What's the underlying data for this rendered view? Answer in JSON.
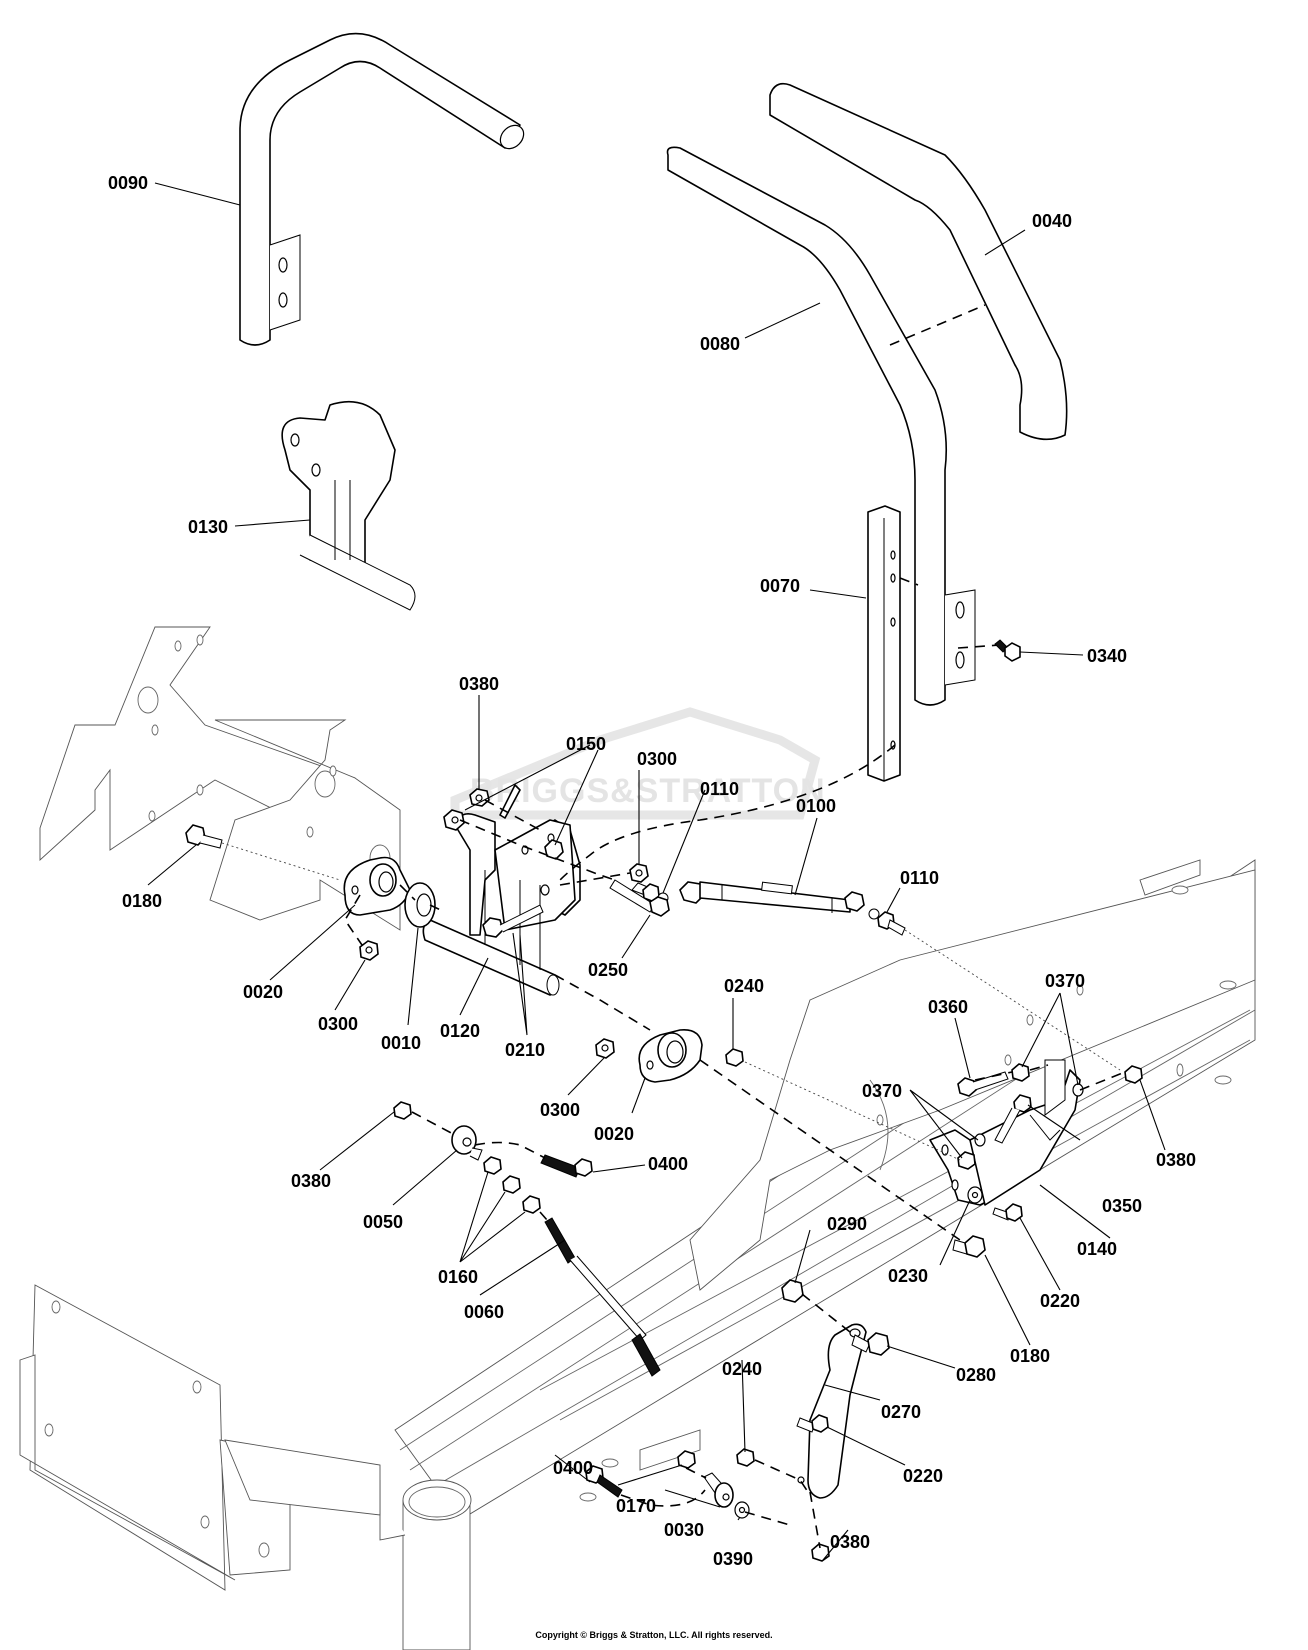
{
  "diagram": {
    "title": "Exploded parts diagram – control / handle assembly",
    "watermark": "BRIGGS&STRATTON",
    "copyright": "Copyright © Briggs & Stratton, LLC. All rights reserved.",
    "callouts": [
      {
        "id": "c0090",
        "label": "0090",
        "part": "left-handle-bar"
      },
      {
        "id": "c0080",
        "label": "0080",
        "part": "right-handle-bar"
      },
      {
        "id": "c0040",
        "label": "0040",
        "part": "handle-grip"
      },
      {
        "id": "c0130",
        "label": "0130",
        "part": "control-bracket-assembly"
      },
      {
        "id": "c0070",
        "label": "0070",
        "part": "square-tube-arm"
      },
      {
        "id": "c0340",
        "label": "0340",
        "part": "flange-bolt"
      },
      {
        "id": "c0380a",
        "label": "0380",
        "part": "lock-nut"
      },
      {
        "id": "c0150",
        "label": "0150",
        "part": "nut"
      },
      {
        "id": "c0300a",
        "label": "0300",
        "part": "flange-nut"
      },
      {
        "id": "c0110a",
        "label": "0110",
        "part": "ball-joint"
      },
      {
        "id": "c0100",
        "label": "0100",
        "part": "control-rod"
      },
      {
        "id": "c0180a",
        "label": "0180",
        "part": "shoulder-bolt"
      },
      {
        "id": "c0110b",
        "label": "0110",
        "part": "ball-joint"
      },
      {
        "id": "c0250",
        "label": "0250",
        "part": "hex-bolt"
      },
      {
        "id": "c0020a",
        "label": "0020",
        "part": "flange-bearing"
      },
      {
        "id": "c0300b",
        "label": "0300",
        "part": "flange-nut"
      },
      {
        "id": "c0010",
        "label": "0010",
        "part": "collar"
      },
      {
        "id": "c0120",
        "label": "0120",
        "part": "pivot-shaft"
      },
      {
        "id": "c0210",
        "label": "0210",
        "part": "bolt"
      },
      {
        "id": "c0240a",
        "label": "0240",
        "part": "nut"
      },
      {
        "id": "c0370a",
        "label": "0370",
        "part": "nut"
      },
      {
        "id": "c0360",
        "label": "0360",
        "part": "hex-bolt"
      },
      {
        "id": "c0370b",
        "label": "0370",
        "part": "nut"
      },
      {
        "id": "c0300c",
        "label": "0300",
        "part": "flange-nut"
      },
      {
        "id": "c0020b",
        "label": "0020",
        "part": "flange-bearing"
      },
      {
        "id": "c0380b",
        "label": "0380",
        "part": "lock-nut"
      },
      {
        "id": "c0350",
        "label": "0350",
        "part": "bolt"
      },
      {
        "id": "c0380c",
        "label": "0380",
        "part": "lock-nut"
      },
      {
        "id": "c0400a",
        "label": "0400",
        "part": "hex-bolt"
      },
      {
        "id": "c0050",
        "label": "0050",
        "part": "rod-end"
      },
      {
        "id": "c0140",
        "label": "0140",
        "part": "mount-bracket"
      },
      {
        "id": "c0160",
        "label": "0160",
        "part": "jam-nuts"
      },
      {
        "id": "c0230",
        "label": "0230",
        "part": "washer"
      },
      {
        "id": "c0220a",
        "label": "0220",
        "part": "shoulder-bolt"
      },
      {
        "id": "c0290",
        "label": "0290",
        "part": "lock-nut"
      },
      {
        "id": "c0060",
        "label": "0060",
        "part": "threaded-rod"
      },
      {
        "id": "c0180b",
        "label": "0180",
        "part": "shoulder-bolt"
      },
      {
        "id": "c0240b",
        "label": "0240",
        "part": "nut"
      },
      {
        "id": "c0280",
        "label": "0280",
        "part": "shoulder-bolt"
      },
      {
        "id": "c0270",
        "label": "0270",
        "part": "link-arm"
      },
      {
        "id": "c0400b",
        "label": "0400",
        "part": "hex-bolt"
      },
      {
        "id": "c0170",
        "label": "0170",
        "part": "jam-nut"
      },
      {
        "id": "c0220b",
        "label": "0220",
        "part": "shoulder-bolt"
      },
      {
        "id": "c0030",
        "label": "0030",
        "part": "rod-end"
      },
      {
        "id": "c0390",
        "label": "0390",
        "part": "washer"
      },
      {
        "id": "c0380d",
        "label": "0380",
        "part": "lock-nut"
      }
    ]
  }
}
